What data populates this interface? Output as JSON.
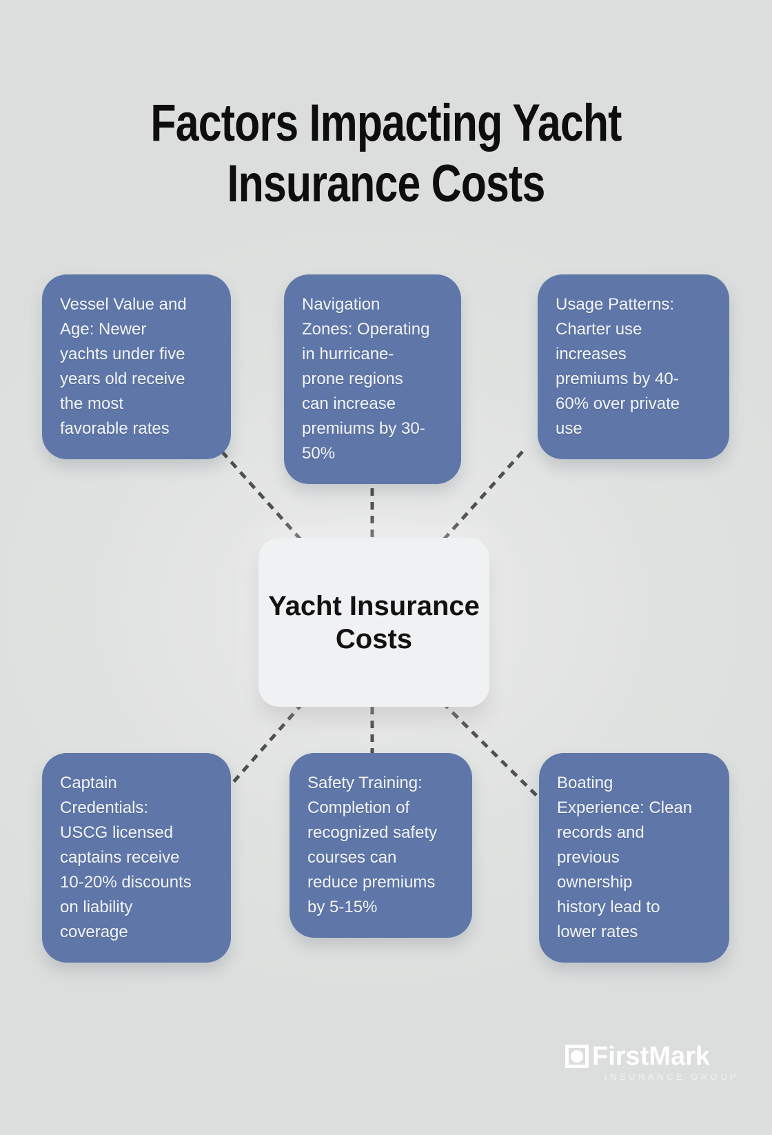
{
  "title": "Factors Impacting Yacht\nInsurance Costs",
  "center": {
    "label": "Yacht Insurance\nCosts"
  },
  "factors": [
    {
      "id": "vessel-value-age",
      "text": "Vessel Value and\nAge: Newer\nyachts under five\nyears old receive\nthe most\nfavorable rates"
    },
    {
      "id": "navigation-zones",
      "text": "Navigation\nZones: Operating\nin hurricane-\nprone regions\ncan increase\npremiums by 30-\n50%"
    },
    {
      "id": "usage-patterns",
      "text": "Usage Patterns:\nCharter use\nincreases\npremiums by 40-\n60% over private\nuse"
    },
    {
      "id": "captain-credentials",
      "text": "Captain\nCredentials:\nUSCG licensed\ncaptains receive\n10-20% discounts\non liability\ncoverage"
    },
    {
      "id": "safety-training",
      "text": "Safety Training:\nCompletion of\nrecognized safety\ncourses can\nreduce premiums\nby 5-15%"
    },
    {
      "id": "boating-experience",
      "text": "Boating\nExperience: Clean\nrecords and\nprevious\nownership\nhistory lead to\nlower rates"
    }
  ],
  "logo": {
    "name": "FirstMark",
    "tagline": "INSURANCE GROUP"
  },
  "colors": {
    "background": "#e0e2e1",
    "factor_box": "#5f77a8",
    "factor_text": "#f3f5f9",
    "center_box": "#f0f1f2",
    "center_text": "#121212",
    "title_text": "#0e0e0e",
    "connector_dash": "#4f4f4f",
    "logo_text": "#ffffff"
  }
}
